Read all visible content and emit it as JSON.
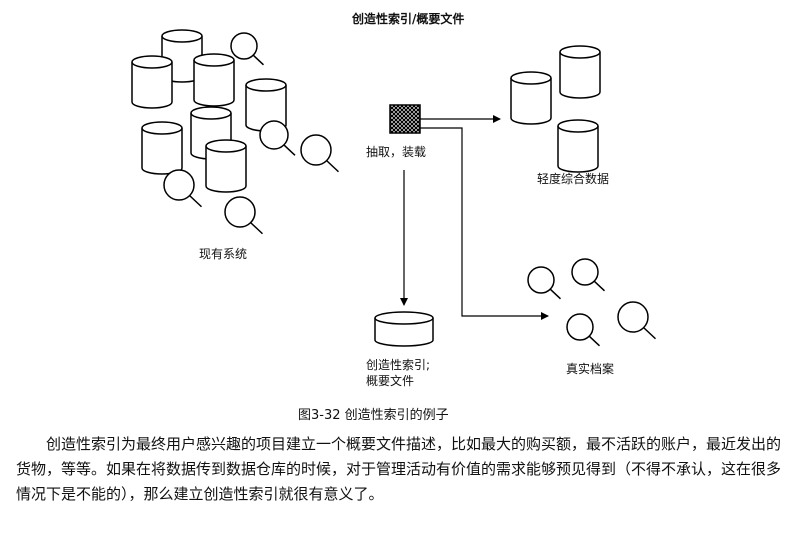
{
  "diagram": {
    "title": "创造性索引/概要文件",
    "labels": {
      "legacy": "现有系统",
      "extract": "抽取，装载",
      "light": "轻度综合数据",
      "index": "创造性索引;",
      "index2": "概要文件",
      "archive": "真实档案"
    },
    "caption": "图3-32  创造性索引的例子"
  },
  "paragraph": "创造性索引为最终用户感兴趣的项目建立一个概要文件描述，比如最大的购买额，最不活跃的账户，最近发出的货物，等等。如果在将数据传到数据仓库的时候，对于管理活动有价值的需求能够预见得到（不得不承认，这在很多情况下是不能的），那么建立创造性索引就很有意义了。"
}
